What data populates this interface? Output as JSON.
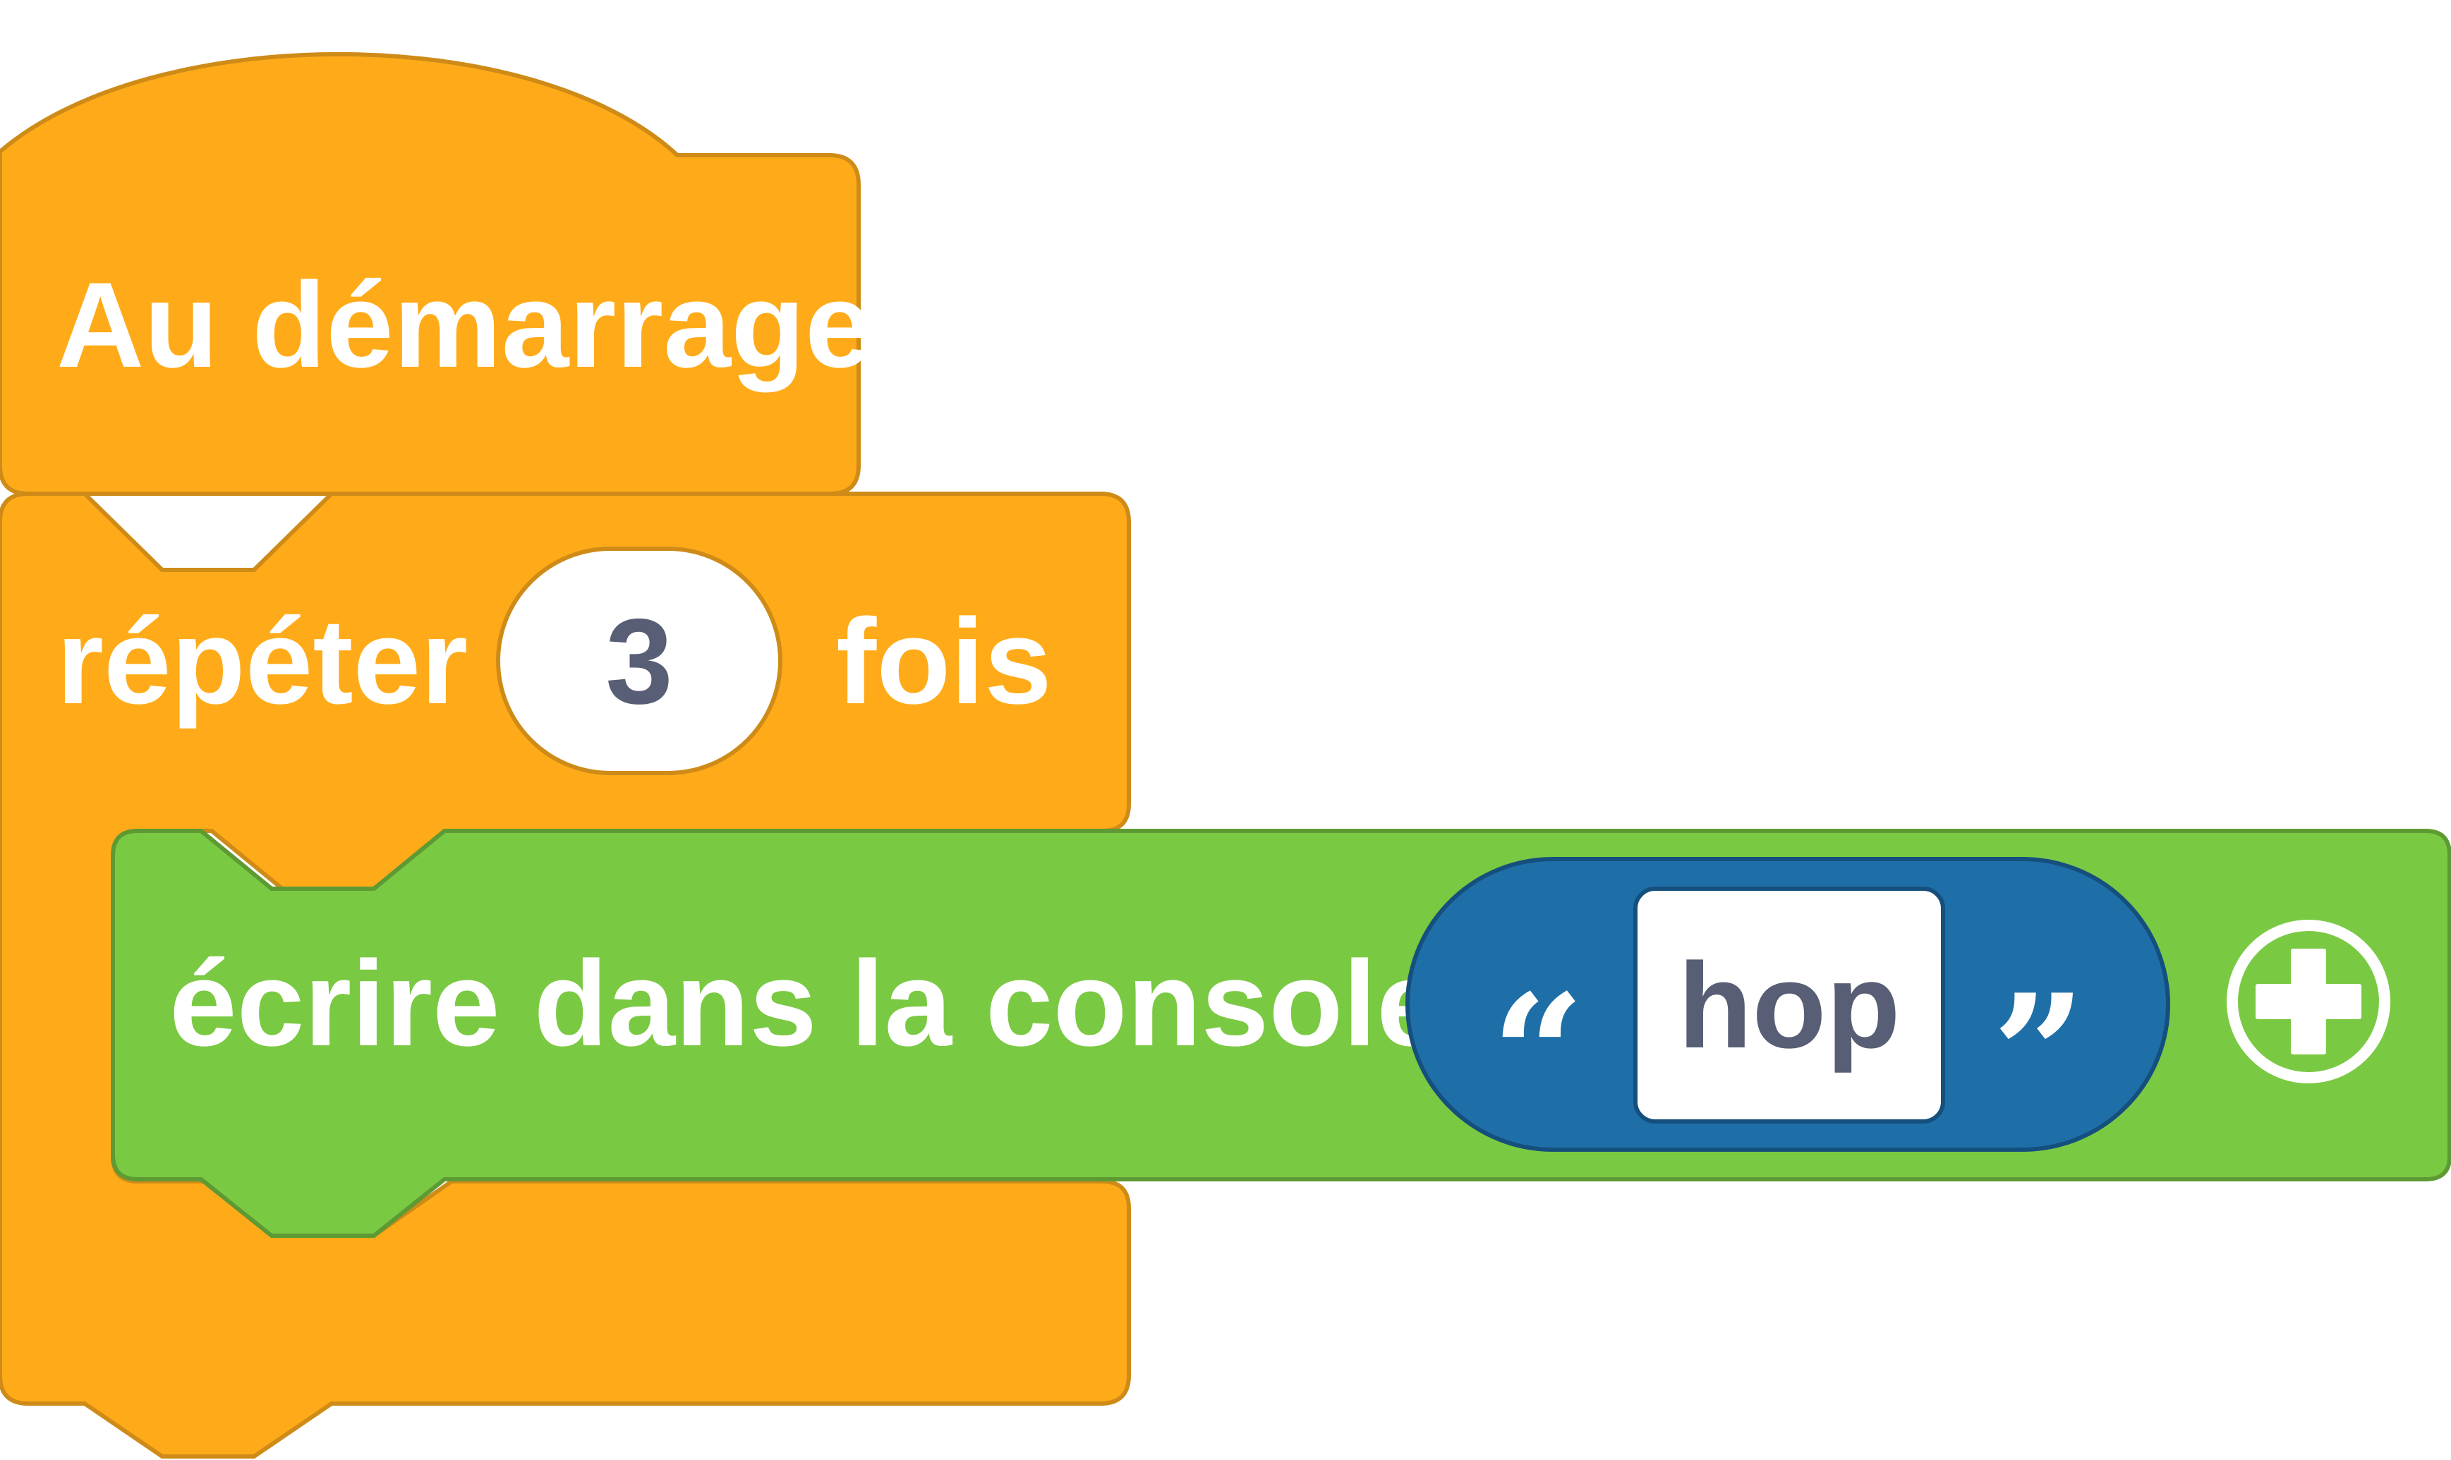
{
  "colors": {
    "event_fill": "#FFAB19",
    "event_stroke": "#CF8B17",
    "looks_fill": "#7AC943",
    "looks_stroke": "#5E9A33",
    "string_fill": "#1E6FA8",
    "string_stroke": "#154F7D",
    "field_fill": "#ffffff",
    "field_text": "#575E75"
  },
  "blocks": {
    "hat": {
      "label": "Au démarrage"
    },
    "repeat": {
      "label_before": "répéter",
      "count": "3",
      "label_after": "fois"
    },
    "print": {
      "label": "écrire dans la console",
      "open_quote": "“",
      "value": "hop",
      "close_quote": "”",
      "add_icon": "plus-circle-icon"
    }
  }
}
